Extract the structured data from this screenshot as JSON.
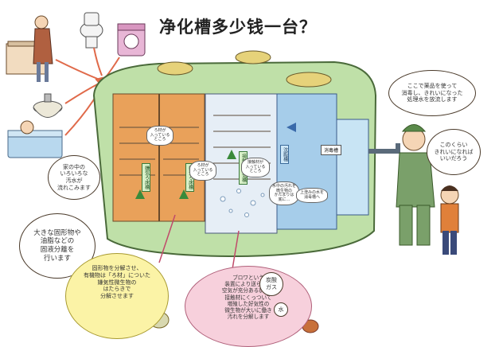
{
  "title": "净化槽多少钱一台？",
  "bubbles": {
    "inflow": "家の中の\nいろいろな\n汚水が\n流れこみます",
    "separation": "大きな固形物や\n油脂などの\n固液分離を\n行います",
    "anaerobic": "固形物を分解させ、\n有機物は「ろ材」についた\n嫌気性微生物の\nはたらきで\n分解させます",
    "aerobic": "ブロワという\n装置により送られる\n空気が充分ある状態で\n接触材にくっついて\n増殖した好気性の\n微生物が大いに働き\n汚れを分解します",
    "disinfect": "ここで薬品を使って\n消毒し、きれいになった\n処理水を放流します",
    "clean": "このくらい\nきれいになれば\nいいだろう"
  },
  "tank_labels": {
    "chamber1": "嫌気ろ床槽",
    "chamber2": "嫌気ろ床槽",
    "contact": "接触ばっ気槽",
    "sediment": "沈殿槽",
    "disinfect": "消毒槽",
    "gas": "炭酸\nガス",
    "water": "水"
  },
  "micro_notes": {
    "m1": "ろ材が\n入っている\nところ",
    "m2": "ろ材が\n入っている\nところ",
    "m3": "接触材が\n入っている\nところ",
    "m4": "水中の汚れを\n微生物の\nかたまりは\n底に…",
    "m5": "上澄みの水を\n消毒槽へ"
  },
  "colors": {
    "tank_green": "#bfe0a8",
    "tank_outline": "#4a6a3a",
    "anaerobic_fill": "#e9a15a",
    "aerobic_fill": "#e6eef6",
    "sediment_fill": "#a6cdea",
    "lid": "#e6d27a"
  }
}
